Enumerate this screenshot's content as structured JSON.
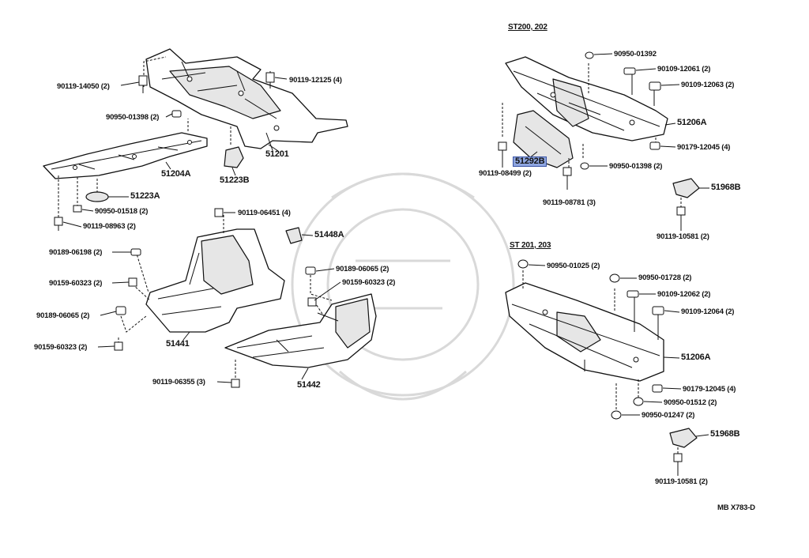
{
  "section_headers": [
    "ST200, 202",
    "ST 201, 203"
  ],
  "diagram_code": "MB X783-D",
  "highlighted_part": "51292B",
  "labels": [
    "90119-14050 (2)",
    "90119-12125 (4)",
    "90950-01398 (2)",
    "51201",
    "51204A",
    "51223B",
    "51223A",
    "90950-01518 (2)",
    "90119-08963 (2)",
    "90119-06451 (4)",
    "51448A",
    "90189-06198 (2)",
    "90189-06065 (2)",
    "90159-60323 (2)",
    "90159-60323 (2)",
    "90189-06065 (2)",
    "90159-60323 (2)",
    "51441",
    "90119-06355 (3)",
    "51442",
    "90950-01392",
    "90109-12061 (2)",
    "90109-12063 (2)",
    "51206A",
    "90179-12045 (4)",
    "90950-01398 (2)",
    "90119-08499 (2)",
    "90119-08781 (3)",
    "51968B",
    "90119-10581 (2)",
    "90950-01025 (2)",
    "90950-01728 (2)",
    "90109-12062 (2)",
    "90109-12064 (2)",
    "51206A",
    "90179-12045 (4)",
    "90950-01512 (2)",
    "90950-01247 (2)",
    "51968B",
    "90119-10581 (2)"
  ]
}
